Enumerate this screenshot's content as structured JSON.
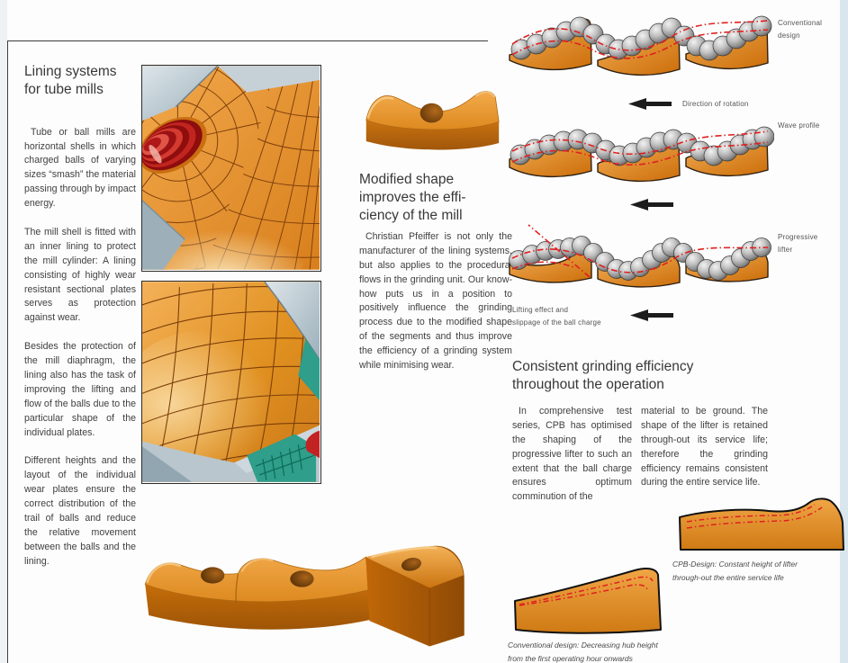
{
  "page": {
    "left": {
      "heading": "Lining systems\nfor tube mills",
      "paragraphs": [
        "Tube or ball mills are horizontal shells in which charged balls of varying sizes “smash” the material passing through by impact energy.",
        "The mill shell is fitted with an inner lining to protect the mill cylinder: A lining consisting of highly wear resistant sectional plates serves as protection against wear.",
        "Besides the protection of the mill diaphragm, the lining also has the task of improving the lifting and flow of the balls due to the particular shape of the individual plates.",
        "Different heights and the layout of the individual wear plates ensure the correct distribution of the trail of balls and reduce the relative movement between the balls and the lining."
      ]
    },
    "middle": {
      "heading": "Modified shape\nimproves the effi-\nciency of the mill",
      "paragraph": "Christian Pfeiffer is not only the manufacturer of the lining systems, but also applies to the procedural flows in the grinding unit. Our know-how puts us in a position to positively influence the grinding process due to the modified shape of the segments and thus improve the efficiency of a grinding system while minimising wear."
    },
    "right": {
      "labels": {
        "conventional": "Conventional\ndesign",
        "wave": "Wave profile",
        "progressive": "Progressive\nlifter"
      },
      "rotation_label": "Direction of rotation",
      "lifting_label": "Lifting effect and\nslippage of the ball charge",
      "section": {
        "heading": "Consistent grinding efficiency\nthroughout the operation",
        "col1": "In comprehensive test series, CPB has optimised the shaping of the progressive lifter to such an extent that the ball charge ensures optimum comminution of the",
        "col2": "material to be ground. The shape of the lifter is retained through-out its service life; therefore the grinding efficiency remains consistent during the entire service life."
      },
      "captions": {
        "cpb": "CPB-Design: Constant height of lifter\nthrough-out the entire service life",
        "conventional": "Conventional design: Decreasing hub height\nfrom the first operating hour onwards"
      }
    },
    "colors": {
      "lining_orange": "#e08a28",
      "outline_brown": "#7c3e0a",
      "wear_line_red": "#e02020",
      "ball_gray": "#9a9a9a",
      "diaphragm_teal": "#2f9e8a",
      "shell_steel": "#b9c6cd",
      "text": "#3f3f3f"
    }
  }
}
